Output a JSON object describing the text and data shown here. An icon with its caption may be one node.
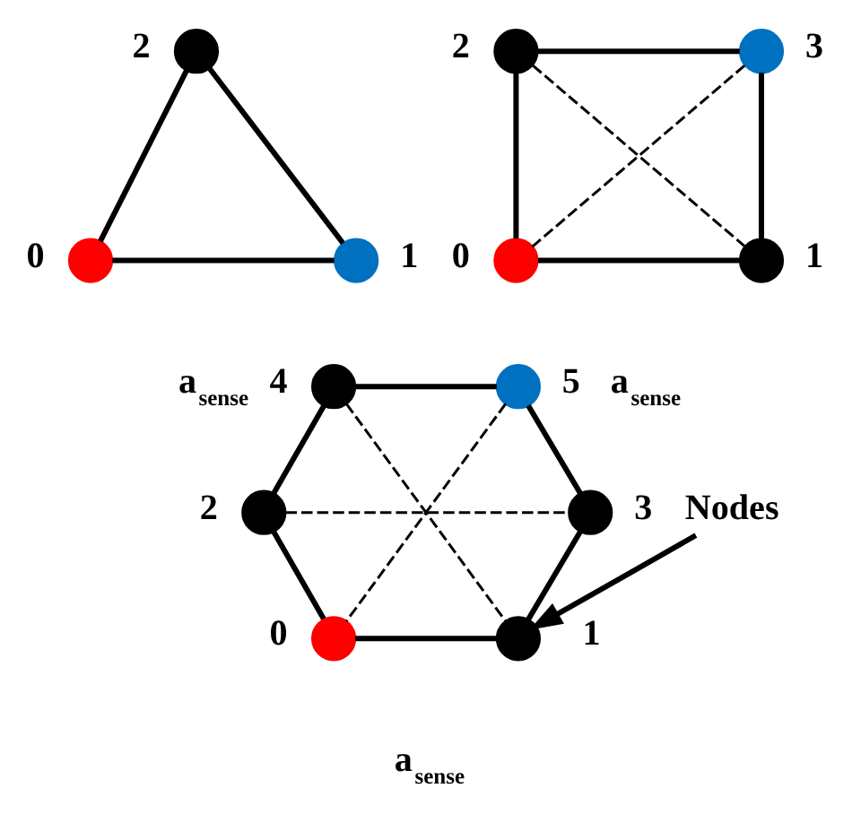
{
  "diagram": {
    "nodes": [
      {
        "text": [],
        "shape": "circle",
        "beside": [
          "0"
        ]
      },
      {
        "text": [],
        "shape": "circle",
        "beside": [
          "1"
        ]
      },
      {
        "text": [],
        "shape": "circle",
        "beside": [
          "2"
        ]
      },
      {
        "text": [],
        "shape": "circle",
        "beside": [
          "0"
        ]
      },
      {
        "text": [],
        "shape": "circle",
        "beside": [
          "1"
        ]
      },
      {
        "text": [],
        "shape": "circle",
        "beside": [
          "2"
        ]
      },
      {
        "text": [],
        "shape": "circle",
        "beside": [
          "3"
        ]
      },
      {
        "text": [],
        "shape": "circle",
        "beside": [
          "0"
        ]
      },
      {
        "text": [],
        "shape": "circle",
        "beside": [
          "1"
        ]
      },
      {
        "text": [],
        "shape": "circle",
        "beside": [
          "2"
        ]
      },
      {
        "text": [],
        "shape": "circle",
        "beside": [
          "3"
        ]
      },
      {
        "text": [],
        "shape": "circle",
        "beside": [
          "4"
        ]
      },
      {
        "text": [],
        "shape": "circle",
        "beside": [
          "5"
        ]
      },
      {
        "text": [
          "Nodes"
        ]
      }
    ],
    "edges": [
      {
        "from": 2,
        "to": 0,
        "arrow": "none"
      },
      {
        "from": 2,
        "to": 1,
        "arrow": "none"
      },
      {
        "from": 0,
        "to": 1,
        "arrow": "none"
      },
      {
        "from": 5,
        "to": 6,
        "arrow": "none"
      },
      {
        "from": 5,
        "to": 3,
        "arrow": "none"
      },
      {
        "from": 6,
        "to": 4,
        "arrow": "none"
      },
      {
        "from": 3,
        "to": 4,
        "arrow": "none"
      },
      {
        "from": 5,
        "to": 4,
        "arrow": "none",
        "style": "dashed"
      },
      {
        "from": 6,
        "to": 3,
        "arrow": "none",
        "style": "dashed"
      },
      {
        "from": 11,
        "to": 12,
        "arrow": "none"
      },
      {
        "from": 11,
        "to": 9,
        "arrow": "none"
      },
      {
        "from": 12,
        "to": 10,
        "arrow": "none"
      },
      {
        "from": 9,
        "to": 7,
        "arrow": "none"
      },
      {
        "from": 10,
        "to": 8,
        "arrow": "none"
      },
      {
        "from": 7,
        "to": 8,
        "arrow": "none"
      },
      {
        "from": 11,
        "to": 8,
        "arrow": "none",
        "style": "dashed"
      },
      {
        "from": 12,
        "to": 7,
        "arrow": "none",
        "style": "dashed"
      },
      {
        "from": 9,
        "to": 10,
        "arrow": "none",
        "style": "dashed"
      },
      {
        "from": 13,
        "to": 8,
        "arrow": "to"
      }
    ],
    "labels": [
      "a$_{sense}$",
      "a$_{sense}$",
      "a$_{sense}$"
    ]
  }
}
